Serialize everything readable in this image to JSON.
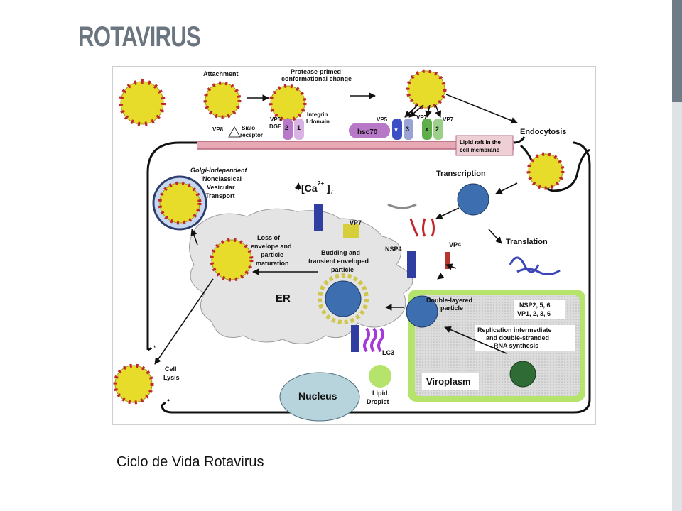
{
  "slide": {
    "title": "ROTAVIRUS",
    "caption": "Ciclo de Vida Rotavirus",
    "accent_bar_colors": [
      "#6f7c88",
      "#e0e3e6"
    ]
  },
  "diagram": {
    "labels": {
      "attachment": "Attachment",
      "protease_line1": "Protease-primed",
      "protease_line2": "conformational change",
      "vp8": "VP8",
      "sialo_line1": "Sialo",
      "sialo_line2": "receptor",
      "vp5_dge_line1": "VP5",
      "vp5_dge_line2": "DGE",
      "integrin_line1": "Integrin",
      "integrin_line2": "I domain",
      "num_2a": "2",
      "num_1": "1",
      "vp5_b": "VP5",
      "vp7_a": "VP7",
      "vp7_b": "VP7",
      "hsc70": "hsc70",
      "v": "v",
      "num_3": "3",
      "x": "x",
      "num_2b": "2",
      "lipid_raft_line1": "Lipid raft in the",
      "lipid_raft_line2": "cell membrane",
      "endocytosis": "Endocytosis",
      "golgi_line1": "Golgi-independent",
      "golgi_line2": "Nonclassical",
      "golgi_line3": "Vesicular",
      "golgi_line4": "Transport",
      "calcium": "[Ca",
      "calcium_sup": "2+",
      "calcium_close": "]",
      "calcium_sub": "i",
      "transcription": "Transcription",
      "translation": "Translation",
      "vp7_c": "VP7",
      "loss_line1": "Loss of",
      "loss_line2": "envelope and",
      "loss_line3": "particle",
      "loss_line4": "maturation",
      "budding_line1": "Budding and",
      "budding_line2": "transient enveloped",
      "budding_line3": "particle",
      "nsp4": "NSP4",
      "vp4": "VP4",
      "er": "ER",
      "dlp_line1": "Double-layered",
      "dlp_line2": "particle",
      "nsp_line1": "NSP2, 5, 6",
      "nsp_line2": "VP1, 2, 3, 6",
      "replication_line1": "Replication intermediate",
      "replication_line2": "and double-stranded",
      "replication_line3": "RNA synthesis",
      "lc3": "LC3",
      "cell_lysis_line1": "Cell",
      "cell_lysis_line2": "Lysis",
      "nucleus": "Nucleus",
      "lipid_droplet_line1": "Lipid",
      "lipid_droplet_line2": "Droplet",
      "viroplasm": "Viroplasm"
    },
    "colors": {
      "virion_yellow": "#e8dc2a",
      "virion_spike_red": "#c0282e",
      "er_gray": "#e4e4e4",
      "viroplasm_green": "#b6e36b",
      "nucleus_blue": "#b7d3dc",
      "membrane_pink": "#e8a9b6",
      "dlp_blue": "#3d6fb0"
    }
  }
}
